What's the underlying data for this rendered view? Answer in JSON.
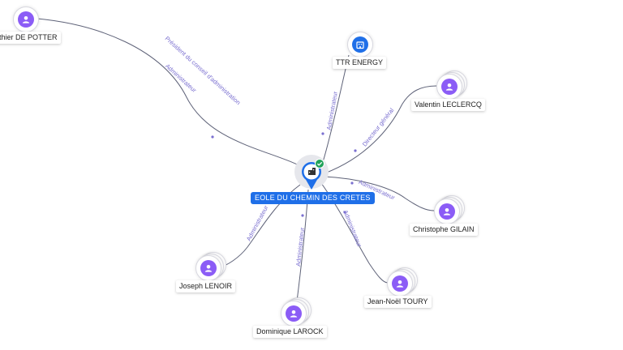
{
  "center": {
    "name": "EOLE DU CHEMIN DES CRETES",
    "status": "verified",
    "icon": "building-icon"
  },
  "nodes": [
    {
      "id": "potter",
      "name": "uthier DE POTTER",
      "type": "person",
      "icon": "person-icon"
    },
    {
      "id": "ttr",
      "name": "TTR ENERGY",
      "type": "company",
      "icon": "building-icon"
    },
    {
      "id": "leclercq",
      "name": "Valentin LECLERCQ",
      "type": "person",
      "icon": "person-icon"
    },
    {
      "id": "gilain",
      "name": "Christophe GILAIN",
      "type": "person",
      "icon": "person-icon"
    },
    {
      "id": "toury",
      "name": "Jean-Noël TOURY",
      "type": "person",
      "icon": "person-icon"
    },
    {
      "id": "larock",
      "name": "Dominique LAROCK",
      "type": "person",
      "icon": "person-icon"
    },
    {
      "id": "lenoir",
      "name": "Joseph LENOIR",
      "type": "person",
      "icon": "person-icon"
    }
  ],
  "edges": [
    {
      "to": "potter",
      "labels": [
        "Président du conseil d'administration",
        "Administrateur"
      ]
    },
    {
      "to": "ttr",
      "labels": [
        "Administrateur"
      ]
    },
    {
      "to": "leclercq",
      "labels": [
        "Directeur général"
      ]
    },
    {
      "to": "gilain",
      "labels": [
        "Administrateur"
      ]
    },
    {
      "to": "toury",
      "labels": [
        "Administrateur"
      ]
    },
    {
      "to": "larock",
      "labels": [
        "Administrateur"
      ]
    },
    {
      "to": "lenoir",
      "labels": [
        "Administrateur"
      ]
    }
  ],
  "colors": {
    "person": "#8b5cf6",
    "company": "#1f6fe8",
    "edge_label": "#7a6fd0",
    "verified": "#22a35a"
  }
}
